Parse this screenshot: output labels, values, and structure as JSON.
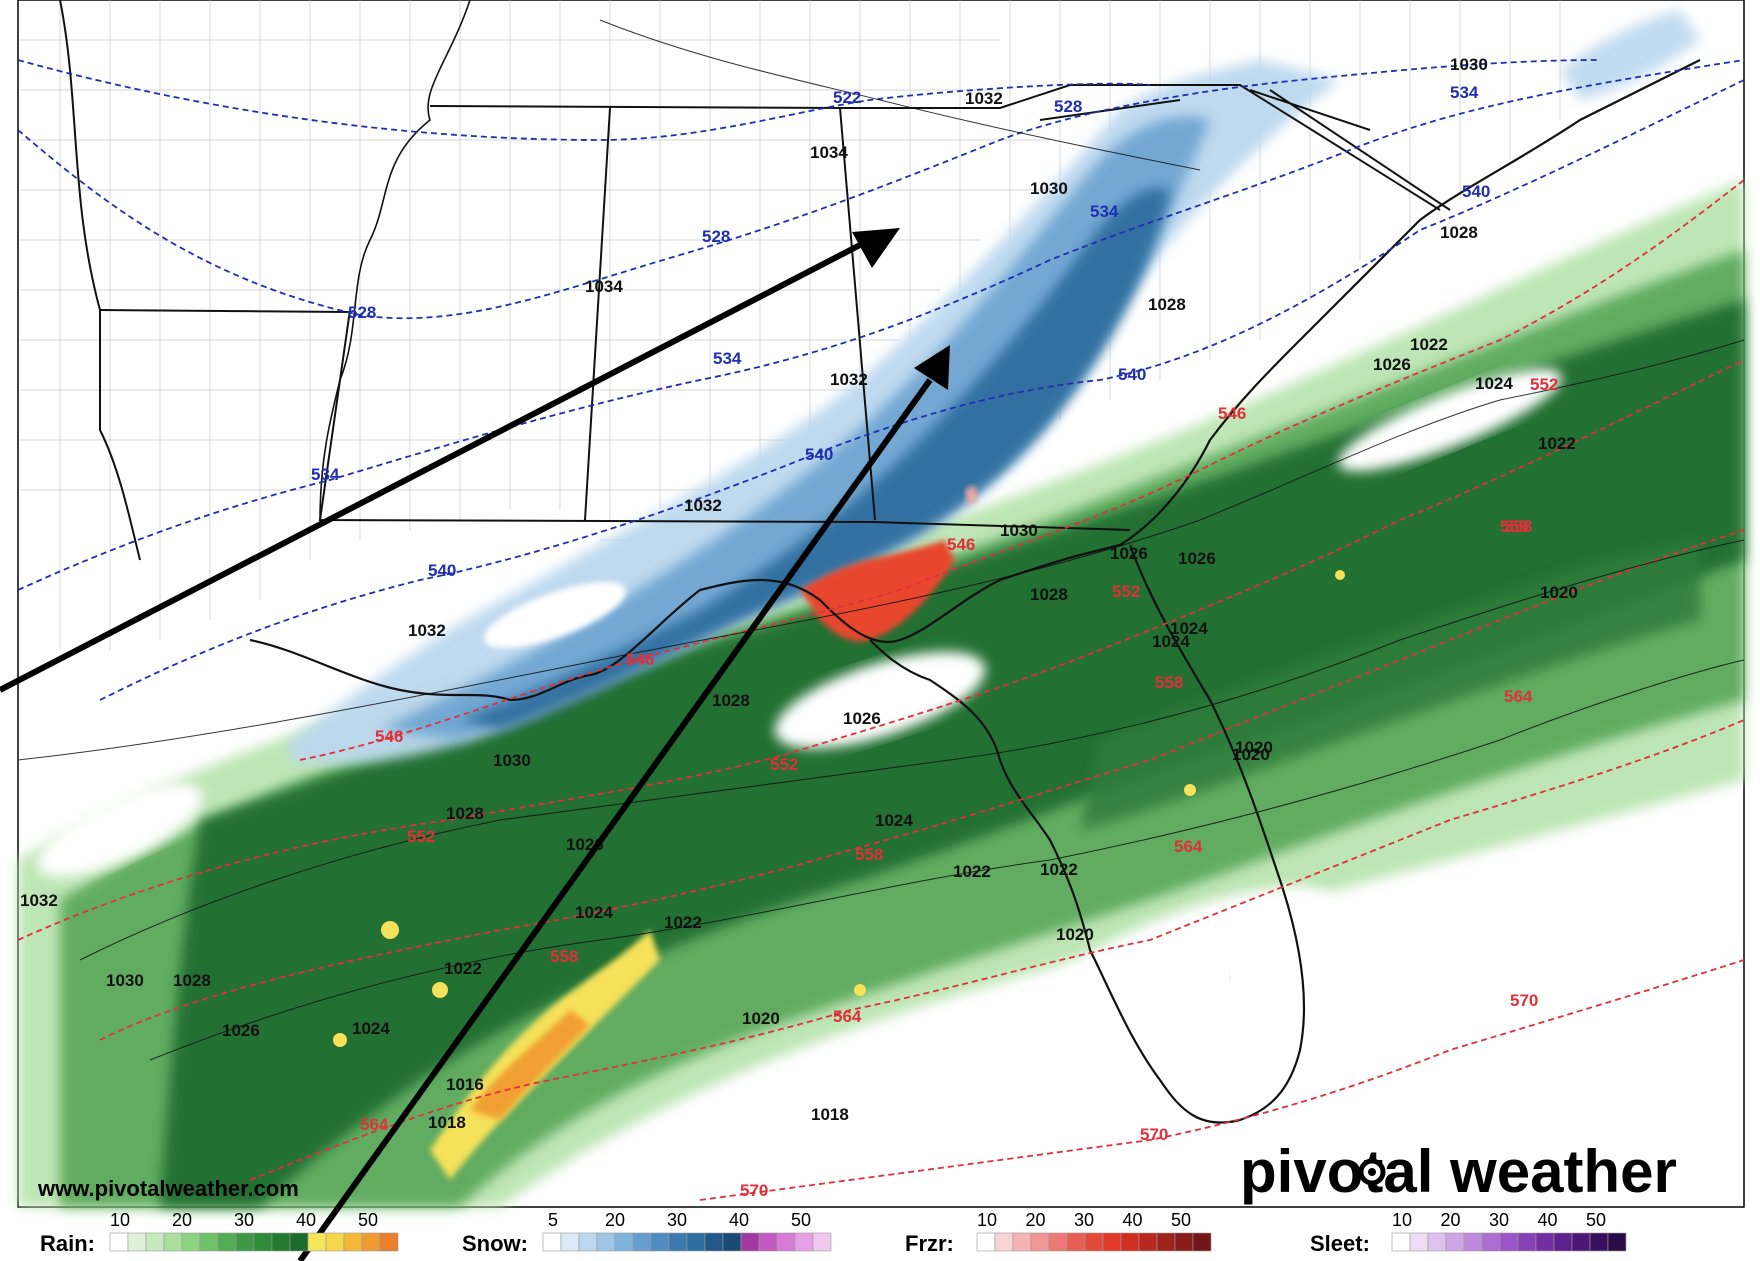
{
  "brand": {
    "name": "pivotal weather",
    "url": "www.pivotalweather.com"
  },
  "colors": {
    "rain_light": "#b7e3ad",
    "rain_mid": "#5aa85a",
    "rain_dark": "#1e6b2e",
    "rain_heavy": "#f5e15a",
    "rain_extreme": "#f0a030",
    "snow_light": "#bcd8ee",
    "snow_mid": "#6fa6d2",
    "snow_dark": "#2d6e9f",
    "frzr": "#e8472f",
    "thickness_low": "#1f2fb0",
    "thickness_high": "#e0303a",
    "mslp": "#111111"
  },
  "mslp_labels": [
    "1032",
    "1034",
    "1034",
    "1032",
    "1032",
    "1030",
    "1028",
    "1030",
    "1032",
    "1030",
    "1028",
    "1026",
    "1030",
    "1028",
    "1026",
    "1024",
    "1022",
    "1020",
    "1020",
    "1028",
    "1026",
    "1024",
    "1022",
    "1028",
    "1026",
    "1024",
    "1022",
    "1020",
    "1018",
    "1016",
    "1018",
    "1022",
    "1024",
    "1022",
    "1020",
    "1032",
    "1030",
    "1028",
    "1026",
    "1024",
    "1020",
    "1022",
    "1026",
    "1024"
  ],
  "thickness_blue_labels": [
    "522",
    "528",
    "528",
    "528",
    "534",
    "534",
    "534",
    "534",
    "540",
    "540",
    "540",
    "540"
  ],
  "thickness_red_labels": [
    "546",
    "546",
    "546",
    "546",
    "552",
    "552",
    "552",
    "552",
    "558",
    "558",
    "558",
    "558",
    "558",
    "564",
    "564",
    "564",
    "564",
    "570",
    "570",
    "570"
  ],
  "legend": {
    "rain": {
      "label": "Rain:",
      "ticks": [
        "10",
        "20",
        "30",
        "40",
        "50"
      ]
    },
    "snow": {
      "label": "Snow:",
      "ticks": [
        "5",
        "20",
        "30",
        "40",
        "50"
      ]
    },
    "frzr": {
      "label": "Frzr:",
      "ticks": [
        "10",
        "20",
        "30",
        "40",
        "50"
      ]
    },
    "sleet": {
      "label": "Sleet:",
      "ticks": [
        "10",
        "20",
        "30",
        "40",
        "50"
      ]
    }
  }
}
